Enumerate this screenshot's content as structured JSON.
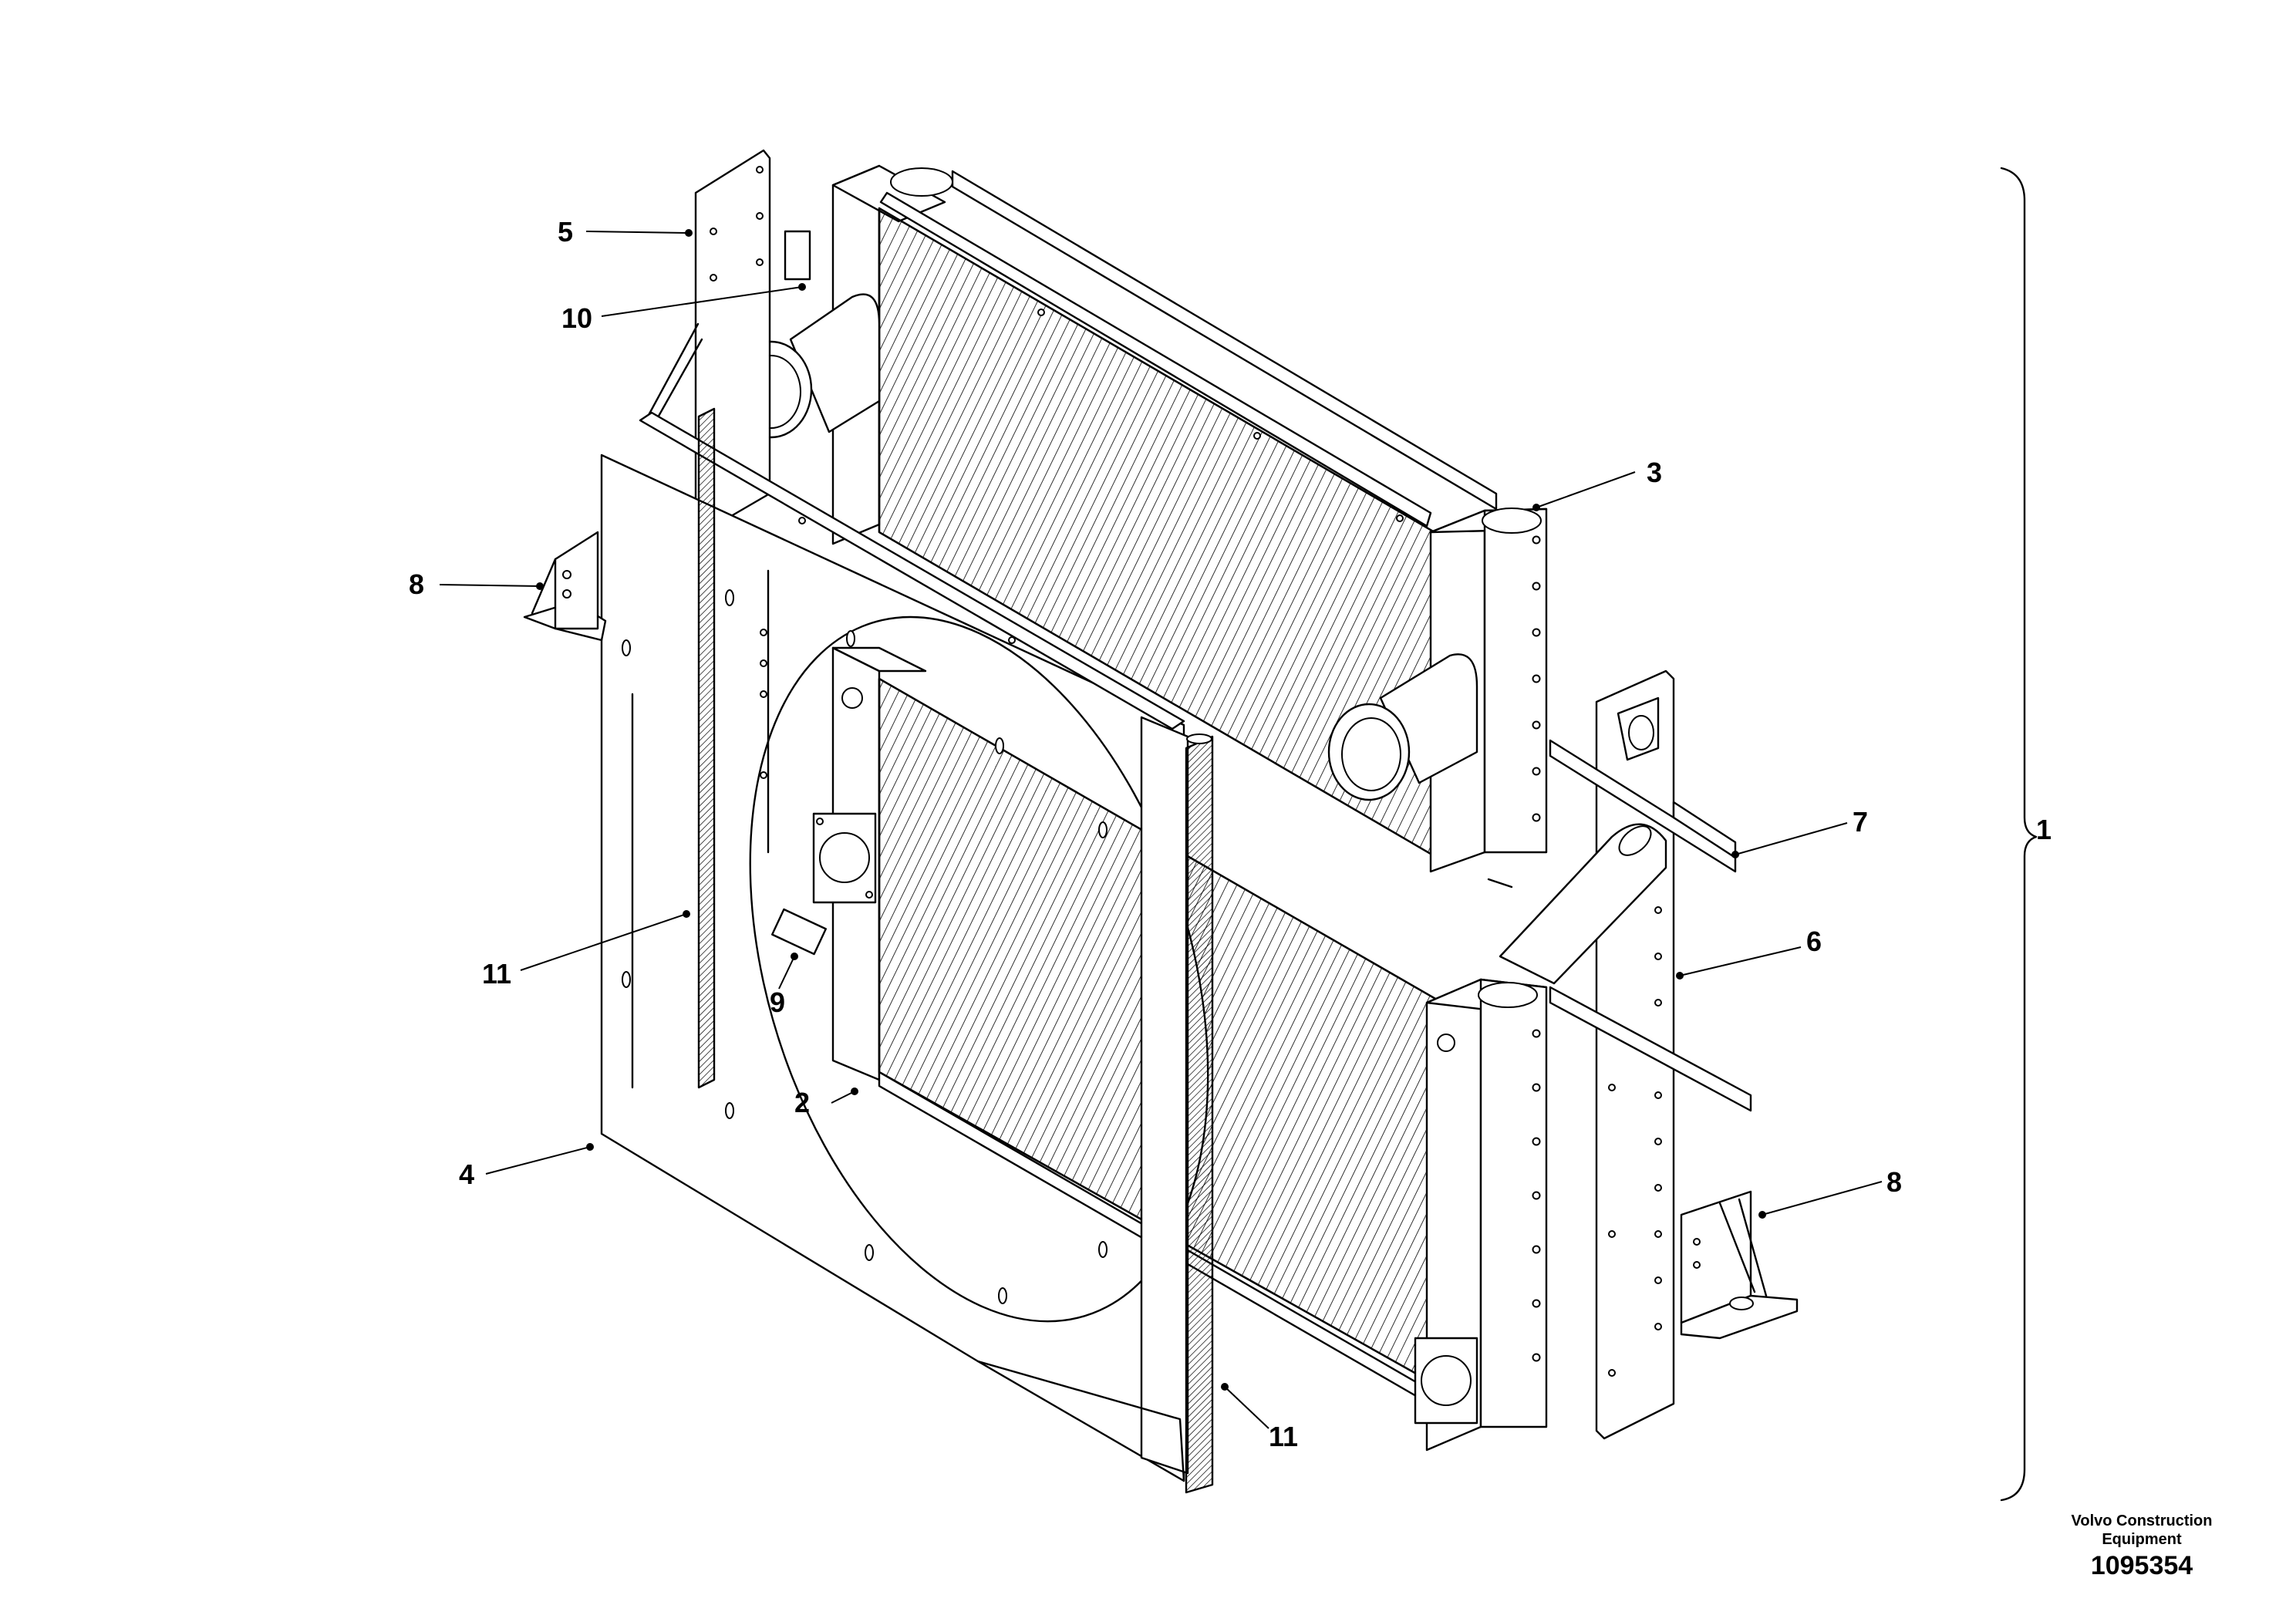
{
  "callouts": {
    "c1": "1",
    "c2": "2",
    "c3": "3",
    "c4": "4",
    "c5": "5",
    "c6": "6",
    "c7": "7",
    "c8a": "8",
    "c8b": "8",
    "c9": "9",
    "c10": "10",
    "c11a": "11",
    "c11b": "11"
  },
  "footer": {
    "company_line1": "Volvo Construction",
    "company_line2": "Equipment",
    "document_number": "1095354"
  }
}
